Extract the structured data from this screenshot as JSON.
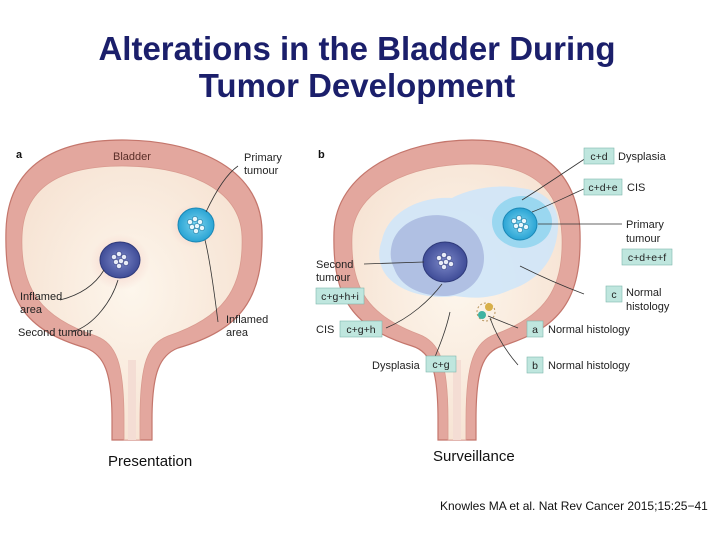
{
  "slide": {
    "title_line1": "Alterations in the Bladder During",
    "title_line2": "Tumor Development",
    "caption_left": "Presentation",
    "caption_right": "Surveillance",
    "citation": "Knowles MA et al. Nat Rev Cancer 2015;15:25−41"
  },
  "panel_a": {
    "letter": "a",
    "organ_label": "Bladder",
    "primary_line1": "Primary",
    "primary_line2": "tumour",
    "inflamed_left_line1": "Inflamed",
    "inflamed_left_line2": "area",
    "second_tumour": "Second tumour",
    "inflamed_right_line1": "Inflamed",
    "inflamed_right_line2": "area"
  },
  "panel_b": {
    "letter": "b",
    "dysplasia_top_code": "c+d",
    "dysplasia_top_label": "Dysplasia",
    "cis_top_code": "c+d+e",
    "cis_top_label": "CIS",
    "primary_line1": "Primary",
    "primary_line2": "tumour",
    "primary_code": "c+d+e+f",
    "second_line1": "Second",
    "second_line2": "tumour",
    "second_code": "c+g+h+i",
    "normal_c_code": "c",
    "normal_c_line1": "Normal",
    "normal_c_line2": "histology",
    "cis_left_label": "CIS",
    "cis_left_code": "c+g+h",
    "normal_a_code": "a",
    "normal_a_label": "Normal histology",
    "normal_b_code": "b",
    "normal_b_label": "Normal histology",
    "dysplasia_bottom_label": "Dysplasia",
    "dysplasia_bottom_code": "c+g"
  },
  "colors": {
    "title": "#1b1f6b",
    "bladder_wall": "#e3a79e",
    "bladder_wall_dark": "#c4766c",
    "bladder_lumen": "#fbefe2",
    "label_box": "#bfe6de",
    "tumour_blue": "#5a6ab5",
    "tumour_cyan": "#38b7e0",
    "field_blue": "#cfe6f8"
  }
}
